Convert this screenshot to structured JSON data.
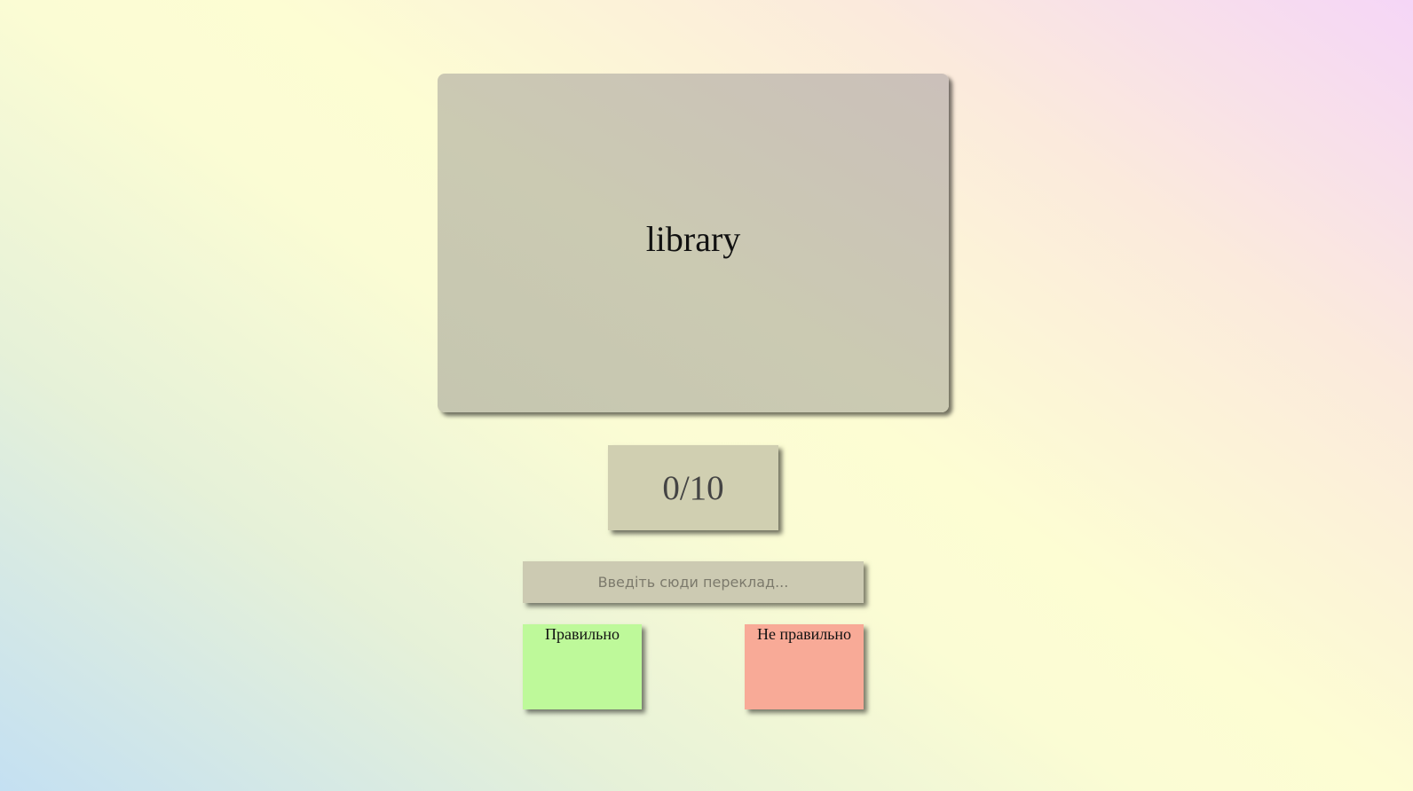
{
  "flashcard": {
    "word": "library"
  },
  "score": {
    "text": "0/10"
  },
  "answer_input": {
    "value": "",
    "placeholder": "Введіть сюди переклад..."
  },
  "buttons": {
    "correct_label": "Правильно",
    "wrong_label": "Не правильно"
  },
  "colors": {
    "card": "#c9c8b3",
    "score_box": "#d0cfb1",
    "input": "#cccab2",
    "correct_button": "#bef99a",
    "wrong_button": "#f8aa97"
  }
}
